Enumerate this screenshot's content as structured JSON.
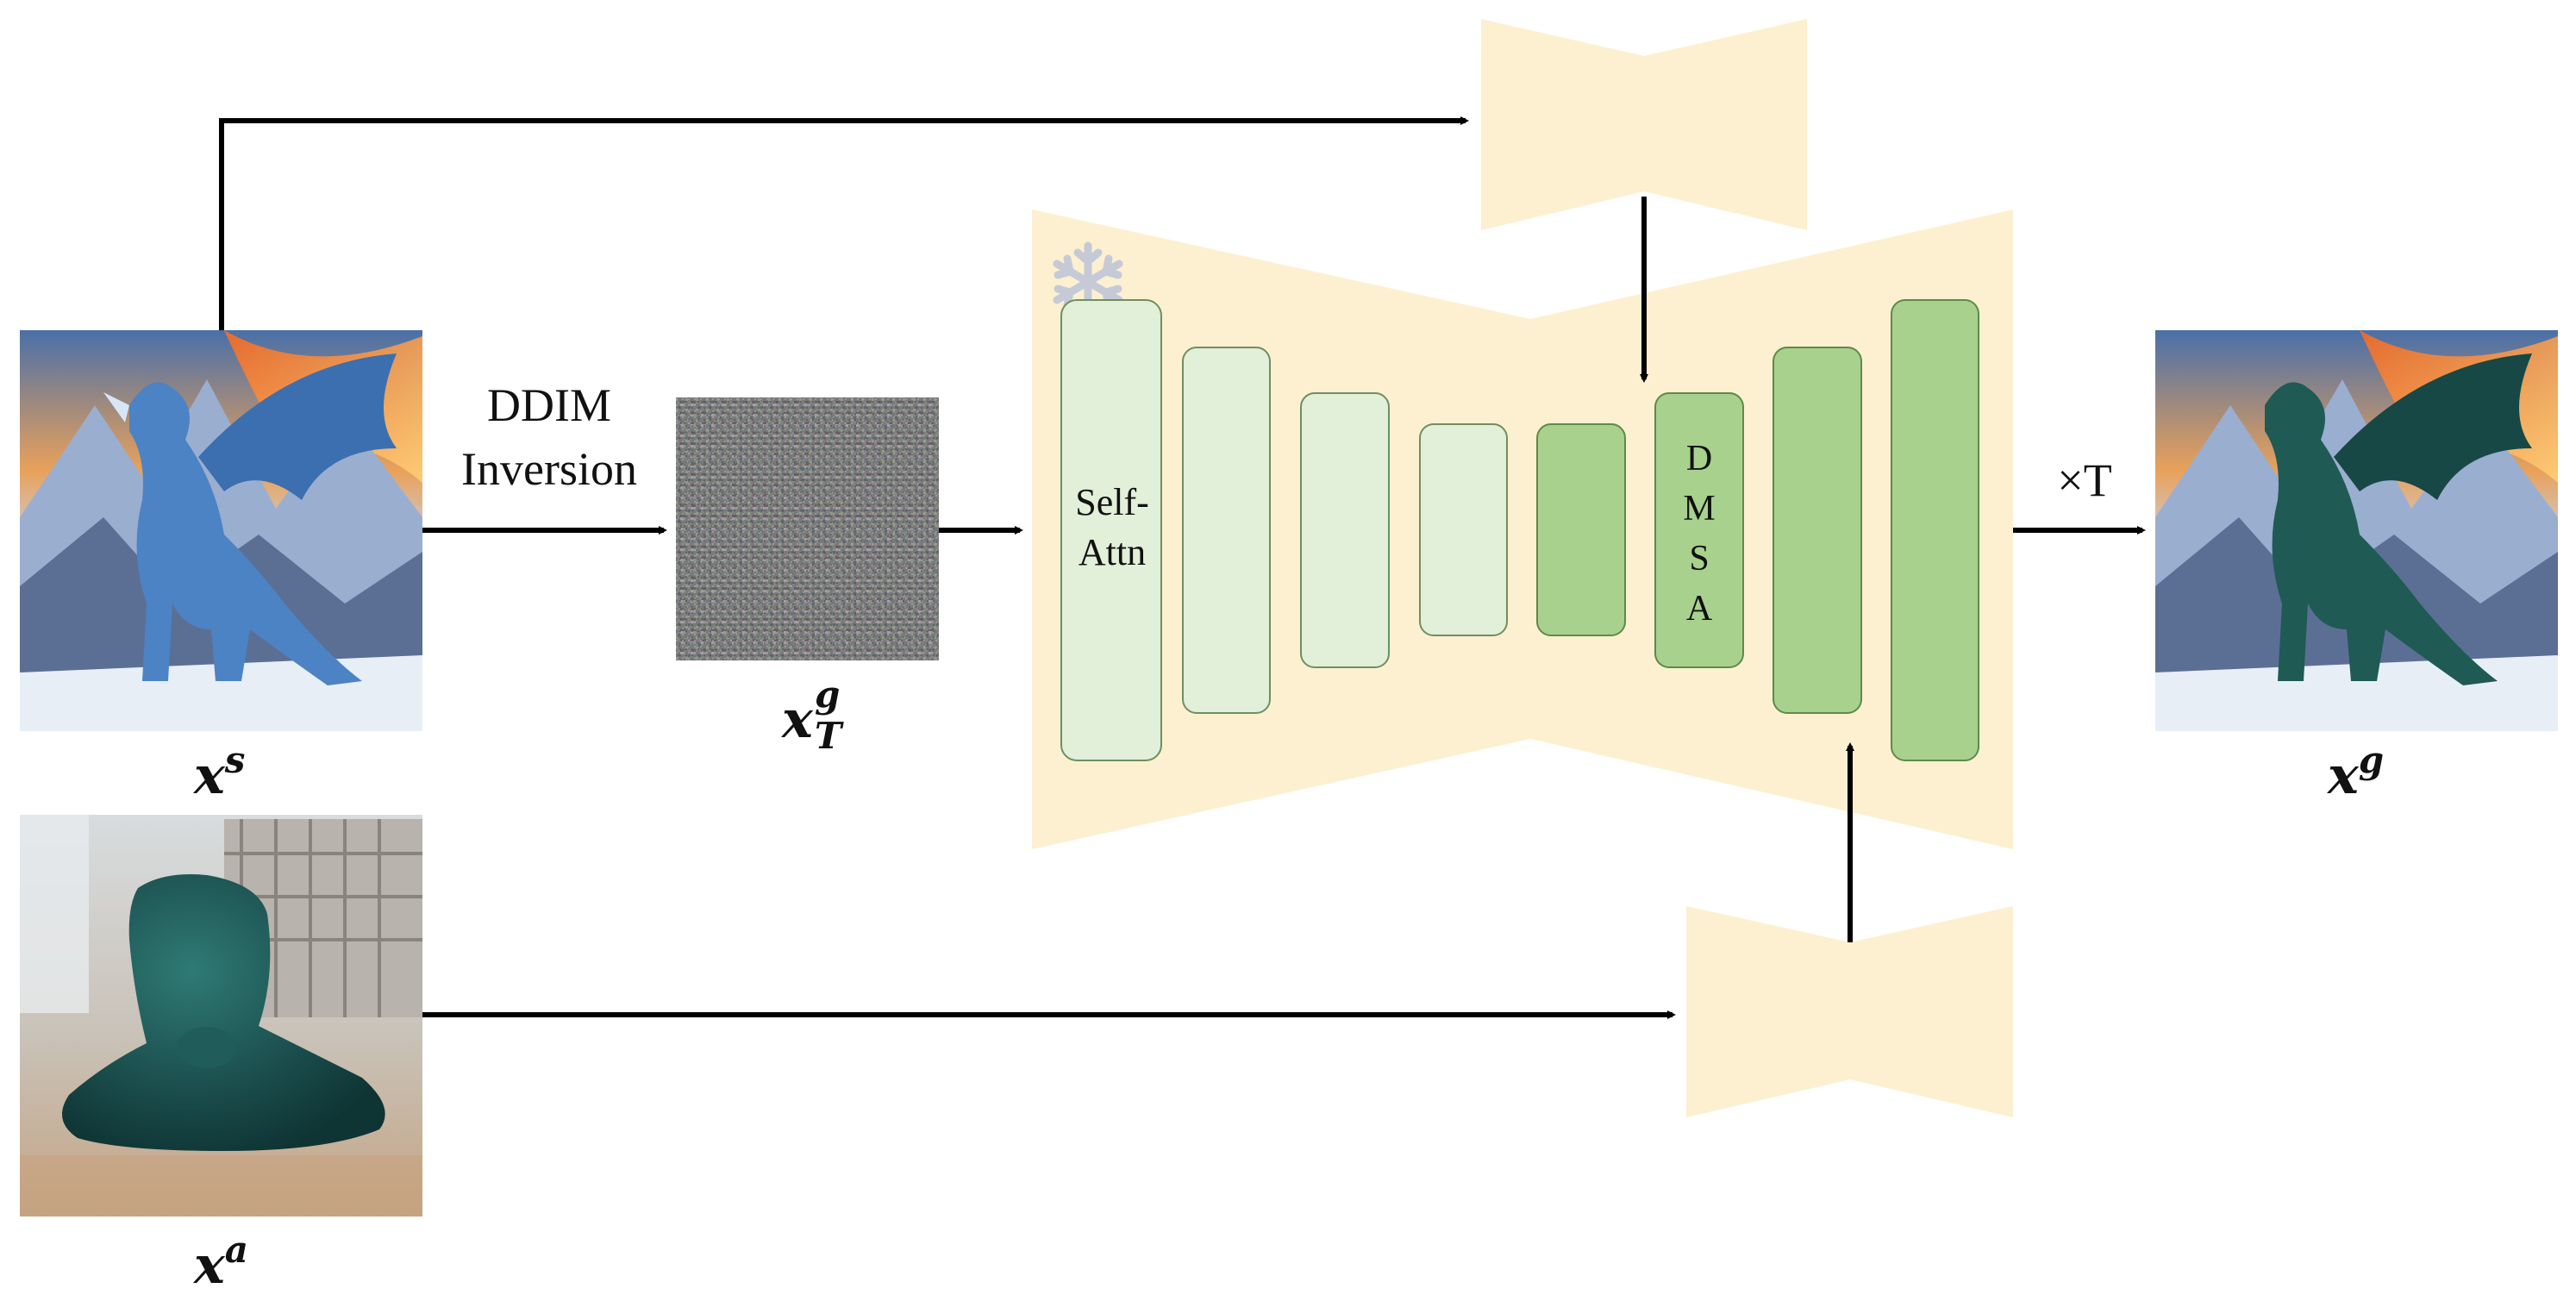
{
  "labels": {
    "ddim_line1": "DDIM",
    "ddim_line2": "Inversion",
    "times_t": "×T",
    "self_attn_line1": "Self-",
    "self_attn_line2": "Attn",
    "dmsa_letters": [
      "D",
      "M",
      "S",
      "A"
    ]
  },
  "math": {
    "source": {
      "base": "x",
      "sup": "s"
    },
    "noise": {
      "base": "x",
      "sup": "g",
      "sub": "T"
    },
    "appearance": {
      "base": "x",
      "sup": "a"
    },
    "generated": {
      "base": "x",
      "sup": "g"
    }
  },
  "icons": {
    "frozen": "snowflake-icon"
  },
  "colors": {
    "unet_body": "#fdf0d0",
    "light_block": "#e2efd9",
    "light_block_stroke": "#6f8f5f",
    "dark_block": "#a9d18e",
    "dark_block_stroke": "#5f8a47",
    "arrow": "#000000",
    "snowflake": "#c5cad6",
    "noise_base": "#7a7a7a"
  }
}
